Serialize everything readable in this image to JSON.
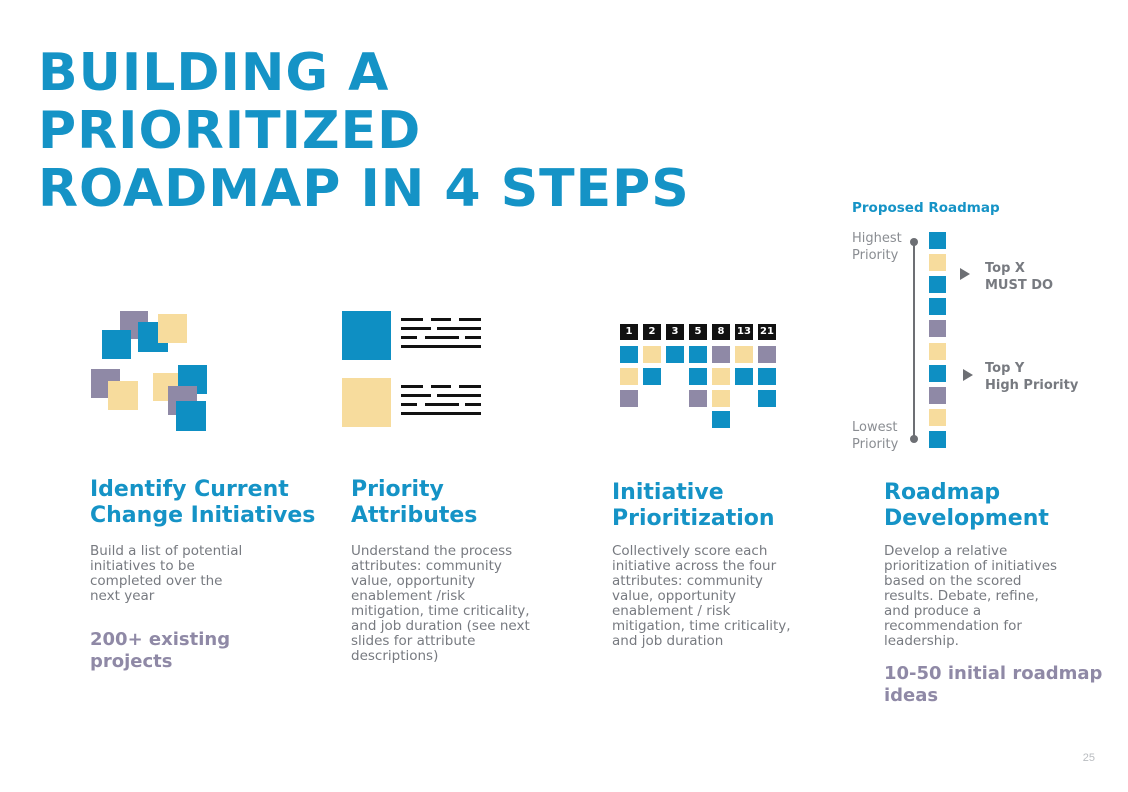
{
  "title_lines": [
    "BUILDING A",
    "PRIORITIZED",
    "ROADMAP IN 4 STEPS"
  ],
  "steps": [
    {
      "title_lines": [
        "Identify Current",
        "Change Initiatives"
      ],
      "desc_lines": [
        "Build a list of potential",
        "initiatives to be",
        "completed over the",
        "next year"
      ],
      "highlight_lines": [
        "200+ existing",
        "projects"
      ]
    },
    {
      "title_lines": [
        "Priority",
        "Attributes"
      ],
      "desc_lines": [
        "Understand the process",
        "attributes: community",
        "value, opportunity",
        "enablement /risk",
        "mitigation, time criticality,",
        "and job duration (see next",
        "slides for attribute",
        "descriptions)"
      ]
    },
    {
      "title_lines": [
        "Initiative",
        "Prioritization"
      ],
      "desc_lines": [
        "Collectively score each",
        "initiative across the four",
        "attributes: community",
        "value, opportunity",
        "enablement / risk",
        "mitigation, time criticality,",
        "and job duration"
      ]
    },
    {
      "title_lines": [
        "Roadmap",
        "Development"
      ],
      "desc_lines": [
        "Develop a relative",
        "prioritization of initiatives",
        "based on the scored",
        "results. Debate, refine,",
        "and produce a",
        "recommendation for",
        "leadership."
      ],
      "highlight_lines": [
        "10-50 initial roadmap",
        "ideas"
      ]
    }
  ],
  "fibonacci": [
    "1",
    "2",
    "3",
    "5",
    "8",
    "13",
    "21"
  ],
  "roadmap": {
    "header": "Proposed Roadmap",
    "highest_lines": [
      "Highest",
      "Priority"
    ],
    "lowest_lines": [
      "Lowest",
      "Priority"
    ],
    "top_x_lines": [
      "Top X",
      "MUST DO"
    ],
    "top_y_lines": [
      "Top Y",
      "High Priority"
    ],
    "stack_colors": [
      "blue",
      "yellow",
      "blue",
      "blue",
      "purple",
      "yellow",
      "blue",
      "purple",
      "yellow",
      "blue"
    ]
  },
  "colors": {
    "blue": "#0e8fc3",
    "yellow": "#f7dc9d",
    "purple": "#8f89a6",
    "title_blue": "#1593c6"
  },
  "page_number": "25"
}
